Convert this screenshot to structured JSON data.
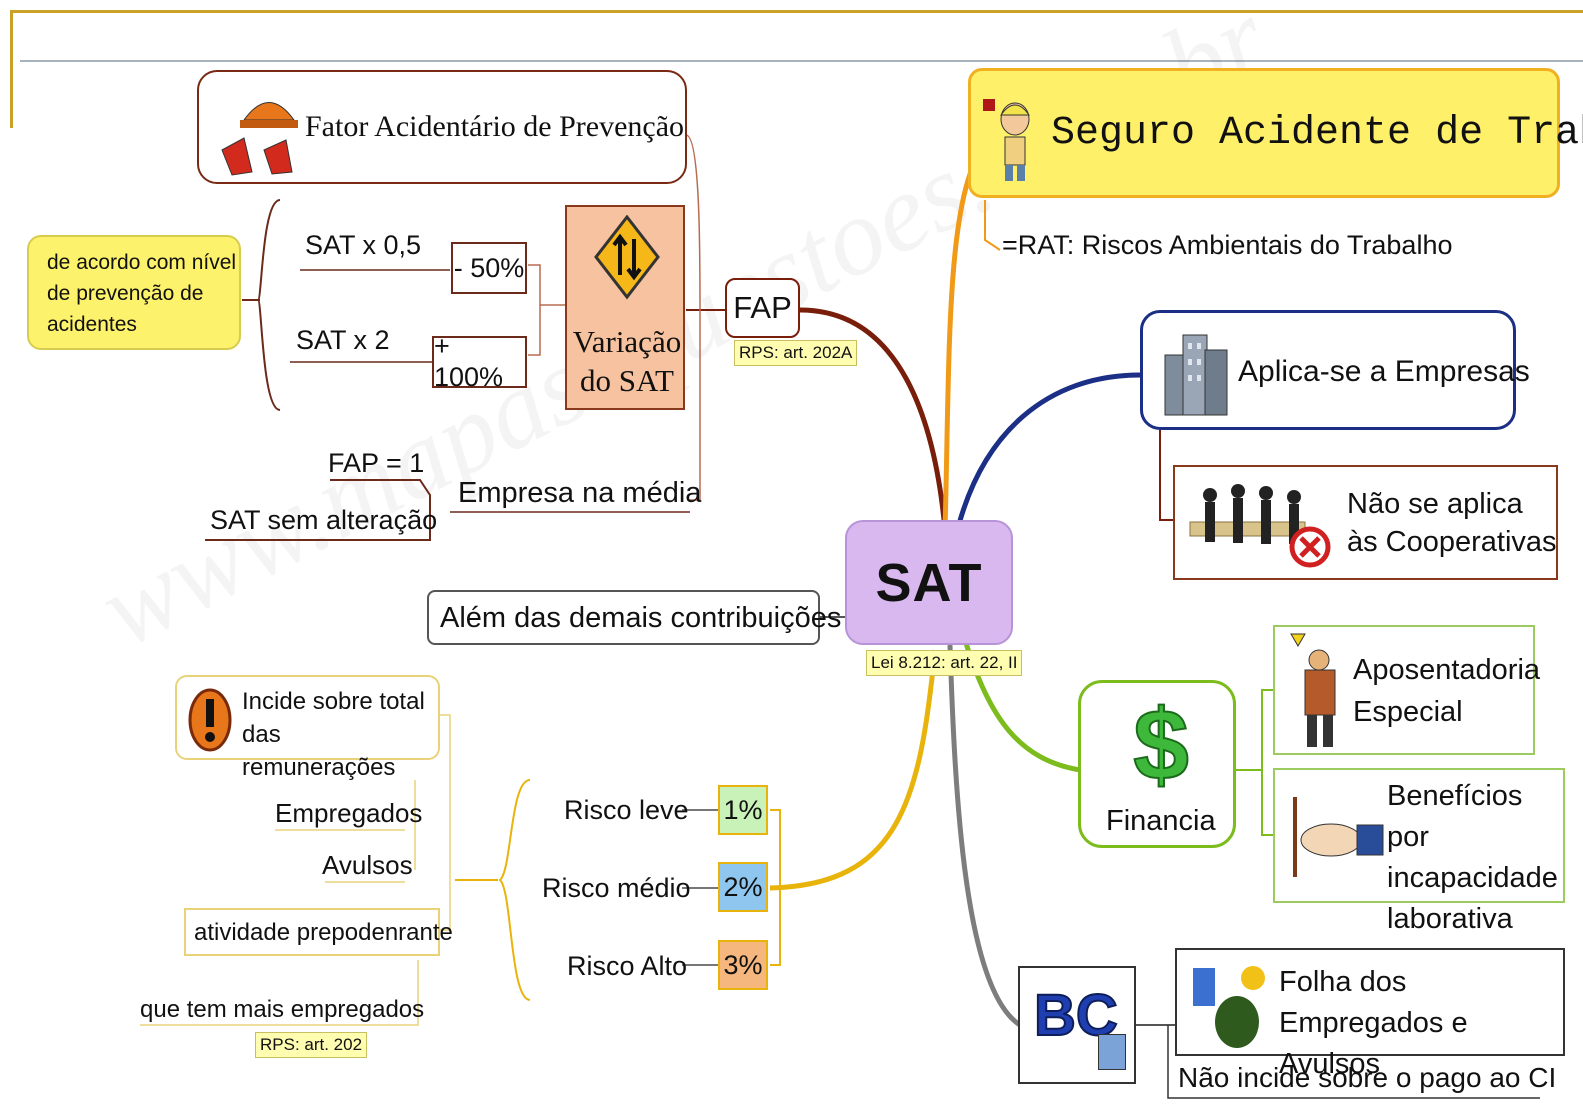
{
  "center": {
    "title": "SAT",
    "ref": "Lei 8.212: art. 22, II"
  },
  "watermark": "www.mapasequestoes.com.br",
  "top_right": {
    "title": "Seguro Acidente de Trabalho",
    "subtitle": "=RAT: Riscos Ambientais do Trabalho"
  },
  "empresas": {
    "label": "Aplica-se a Empresas",
    "exception": "Não se aplica às Cooperativas"
  },
  "financia": {
    "label": "Financia",
    "items": [
      "Aposentadoria Especial",
      "Benefícios por incapacidade laborativa"
    ]
  },
  "bc": {
    "label": "BC",
    "folha": "Folha dos Empregados e Avulsos",
    "nao_incide": "Não incide sobre o pago ao CI"
  },
  "fap": {
    "label": "FAP",
    "ref": "RPS: art. 202A",
    "fator": "Fator Acidentário de Prevenção",
    "variacao": "Variação do SAT",
    "note": "de acordo com nível de prevenção de acidentes",
    "rows": [
      {
        "formula": "SAT x 0,5",
        "pct": "- 50%"
      },
      {
        "formula": "SAT x  2",
        "pct": "+ 100%"
      }
    ],
    "media": "Empresa na média",
    "fap_eq": "FAP = 1",
    "sem_alt": "SAT sem alteração"
  },
  "alem": "Além das demais contribuições",
  "incide": {
    "label": "Incide sobre total das remunerações",
    "empregados": "Empregados",
    "avulsos": "Avulsos",
    "atividade": "atividade prepodenrante",
    "mais": "que tem mais empregados",
    "ref": "RPS: art. 202"
  },
  "riscos": [
    {
      "label": "Risco leve",
      "pct": "1%",
      "color": "#c9f2b9"
    },
    {
      "label": "Risco médio",
      "pct": "2%",
      "color": "#8ec6ef"
    },
    {
      "label": "Risco Alto",
      "pct": "3%",
      "color": "#f6b77e"
    }
  ],
  "colors": {
    "center": "#d9b8ef",
    "title_bg": "#fff06a",
    "note_bg": "#fdf26b",
    "variacao_bg": "#f6c29f"
  }
}
